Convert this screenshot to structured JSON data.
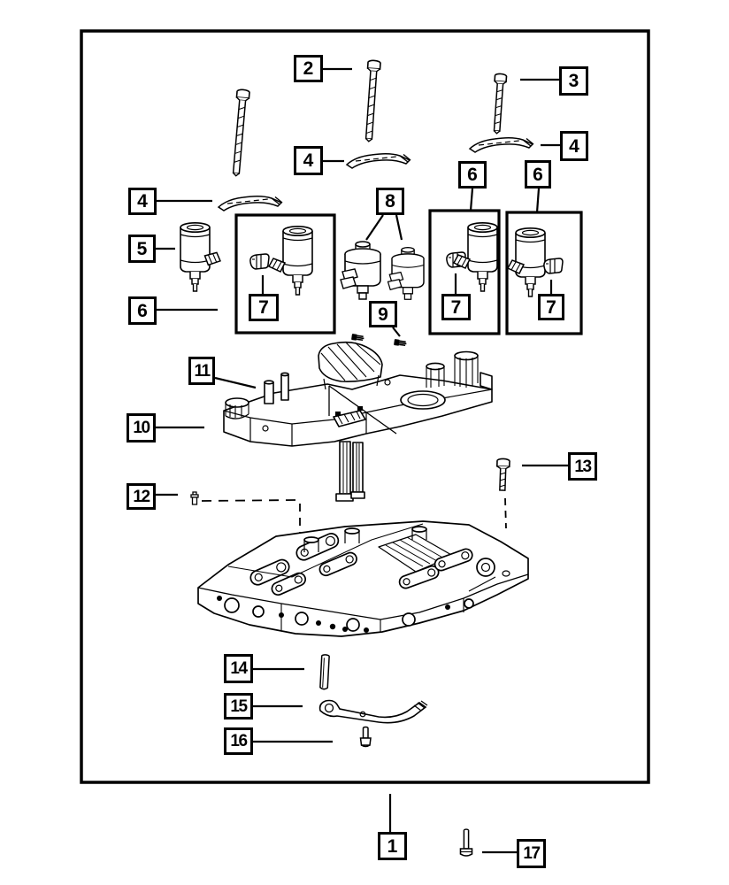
{
  "canvas": {
    "background": "#ffffff",
    "line_color": "#000000",
    "border_color": "#000000"
  },
  "diagram": {
    "type": "exploded-parts-diagram",
    "callouts": [
      {
        "label": "2",
        "points_to": "long-bolt"
      },
      {
        "label": "3",
        "points_to": "long-bolt"
      },
      {
        "label": "4",
        "points_to": "retainer-bracket"
      },
      {
        "label": "4",
        "points_to": "retainer-bracket"
      },
      {
        "label": "4",
        "points_to": "retainer-bracket"
      },
      {
        "label": "5",
        "points_to": "solenoid"
      },
      {
        "label": "6",
        "points_to": "solenoid-group"
      },
      {
        "label": "6",
        "points_to": "solenoid-group"
      },
      {
        "label": "6",
        "points_to": "solenoid-group"
      },
      {
        "label": "7",
        "points_to": "connector-clip"
      },
      {
        "label": "7",
        "points_to": "connector-clip"
      },
      {
        "label": "7",
        "points_to": "connector-clip"
      },
      {
        "label": "8",
        "points_to": "pressure-solenoid-pair"
      },
      {
        "label": "9",
        "points_to": "small-screws"
      },
      {
        "label": "10",
        "points_to": "upper-valve-body"
      },
      {
        "label": "11",
        "points_to": "upper-valve-body-cover"
      },
      {
        "label": "12",
        "points_to": "dowel-pin"
      },
      {
        "label": "13",
        "points_to": "bolt"
      },
      {
        "label": "14",
        "points_to": "pin"
      },
      {
        "label": "15",
        "points_to": "detent-lever"
      },
      {
        "label": "16",
        "points_to": "small-bolt"
      },
      {
        "label": "1",
        "points_to": "valve-body-assembly"
      },
      {
        "label": "17",
        "points_to": "screw"
      }
    ]
  }
}
